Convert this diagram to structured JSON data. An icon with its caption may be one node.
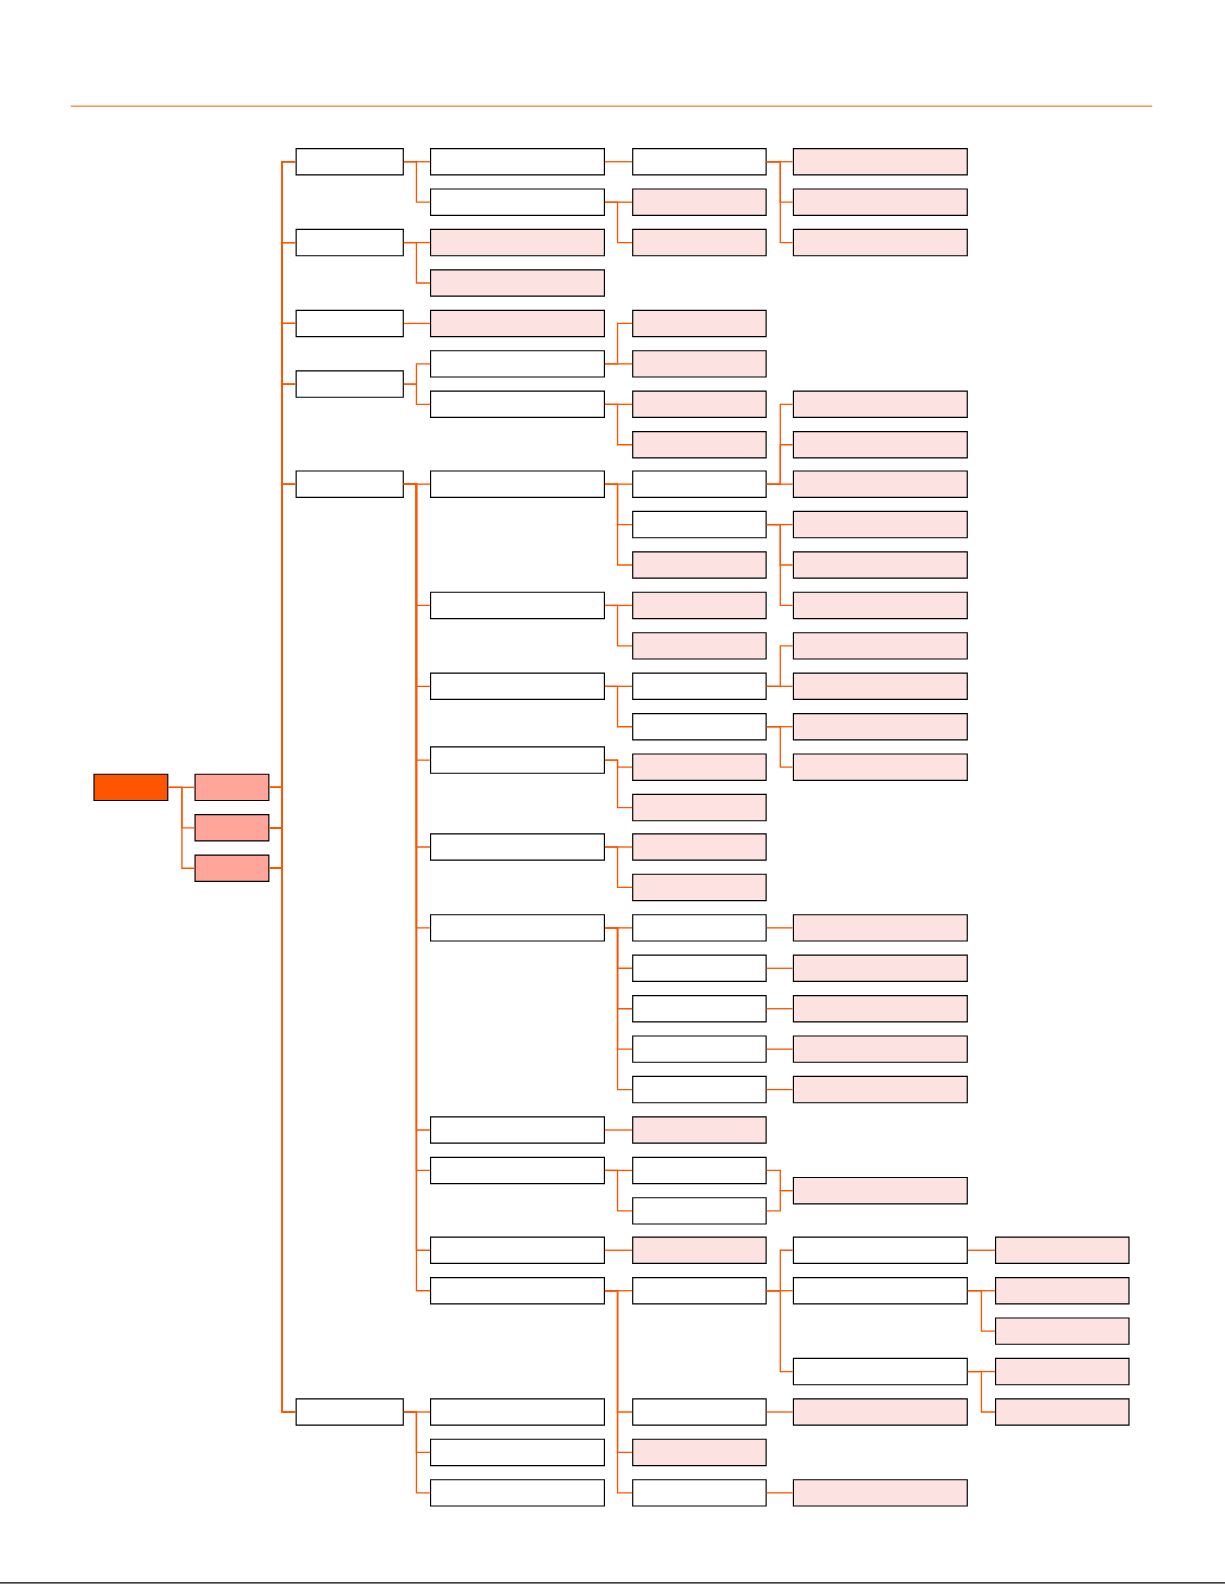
{
  "diagram": {
    "nodes": [
      {
        "text": [],
        "shape": "box"
      },
      {
        "text": [],
        "shape": "box"
      },
      {
        "text": [],
        "shape": "box"
      },
      {
        "text": [],
        "shape": "box"
      },
      {
        "text": [],
        "shape": "box"
      },
      {
        "text": [],
        "shape": "box"
      },
      {
        "text": [],
        "shape": "box"
      },
      {
        "text": [],
        "shape": "box"
      },
      {
        "text": [],
        "shape": "box"
      },
      {
        "text": [],
        "shape": "box"
      },
      {
        "text": [],
        "shape": "box"
      },
      {
        "text": [],
        "shape": "box"
      },
      {
        "text": [],
        "shape": "box"
      },
      {
        "text": [],
        "shape": "box"
      },
      {
        "text": [],
        "shape": "box"
      },
      {
        "text": [],
        "shape": "box"
      },
      {
        "text": [],
        "shape": "box"
      },
      {
        "text": [],
        "shape": "box"
      },
      {
        "text": [],
        "shape": "box"
      },
      {
        "text": [],
        "shape": "box"
      },
      {
        "text": [],
        "shape": "box"
      },
      {
        "text": [],
        "shape": "box"
      },
      {
        "text": [],
        "shape": "box"
      },
      {
        "text": [],
        "shape": "box"
      },
      {
        "text": [],
        "shape": "box"
      },
      {
        "text": [],
        "shape": "box"
      },
      {
        "text": [],
        "shape": "box"
      },
      {
        "text": [],
        "shape": "box"
      },
      {
        "text": [],
        "shape": "box"
      },
      {
        "text": [],
        "shape": "box"
      },
      {
        "text": [],
        "shape": "box"
      },
      {
        "text": [],
        "shape": "box"
      },
      {
        "text": [],
        "shape": "box"
      },
      {
        "text": [],
        "shape": "box"
      },
      {
        "text": [],
        "shape": "box"
      },
      {
        "text": [],
        "shape": "box"
      },
      {
        "text": [],
        "shape": "box"
      },
      {
        "text": [],
        "shape": "box"
      },
      {
        "text": [],
        "shape": "box"
      },
      {
        "text": [],
        "shape": "box"
      },
      {
        "text": [],
        "shape": "box"
      },
      {
        "text": [],
        "shape": "box"
      },
      {
        "text": [],
        "shape": "box"
      },
      {
        "text": [],
        "shape": "box"
      },
      {
        "text": [],
        "shape": "box"
      },
      {
        "text": [],
        "shape": "box"
      },
      {
        "text": [],
        "shape": "box"
      },
      {
        "text": [],
        "shape": "box"
      },
      {
        "text": [],
        "shape": "box"
      },
      {
        "text": [],
        "shape": "box"
      },
      {
        "text": [],
        "shape": "box"
      },
      {
        "text": [],
        "shape": "box"
      },
      {
        "text": [],
        "shape": "box"
      },
      {
        "text": [],
        "shape": "box"
      },
      {
        "text": [],
        "shape": "box"
      },
      {
        "text": [],
        "shape": "box"
      },
      {
        "text": [],
        "shape": "box"
      },
      {
        "text": [],
        "shape": "box"
      },
      {
        "text": [],
        "shape": "box"
      },
      {
        "text": [],
        "shape": "box"
      },
      {
        "text": [],
        "shape": "box"
      },
      {
        "text": [],
        "shape": "box"
      },
      {
        "text": [],
        "shape": "box"
      },
      {
        "text": [],
        "shape": "box"
      },
      {
        "text": [],
        "shape": "box"
      },
      {
        "text": [],
        "shape": "box"
      },
      {
        "text": [],
        "shape": "box"
      },
      {
        "text": [],
        "shape": "box"
      },
      {
        "text": [],
        "shape": "box"
      },
      {
        "text": [],
        "shape": "box"
      },
      {
        "text": [],
        "shape": "box"
      },
      {
        "text": [],
        "shape": "box"
      },
      {
        "text": [],
        "shape": "box"
      },
      {
        "text": [],
        "shape": "box"
      },
      {
        "text": [],
        "shape": "box"
      },
      {
        "text": [],
        "shape": "box"
      },
      {
        "text": [],
        "shape": "box"
      },
      {
        "text": [],
        "shape": "box"
      },
      {
        "text": [],
        "shape": "box"
      },
      {
        "text": [],
        "shape": "box"
      },
      {
        "text": [],
        "shape": "box"
      },
      {
        "text": [],
        "shape": "box"
      },
      {
        "text": [],
        "shape": "box"
      },
      {
        "text": [],
        "shape": "box"
      },
      {
        "text": [],
        "shape": "box"
      },
      {
        "text": [],
        "shape": "box"
      },
      {
        "text": [],
        "shape": "box"
      },
      {
        "text": [],
        "shape": "box"
      },
      {
        "text": [],
        "shape": "box"
      },
      {
        "text": [],
        "shape": "box"
      }
    ],
    "edges": [
      {
        "from": 0,
        "to": 1,
        "arrow": "none"
      },
      {
        "from": 0,
        "to": 2,
        "arrow": "none"
      },
      {
        "from": 0,
        "to": 3,
        "arrow": "none"
      },
      {
        "from": 1,
        "to": 4,
        "arrow": "none"
      },
      {
        "from": 1,
        "to": 5,
        "arrow": "none"
      },
      {
        "from": 1,
        "to": 6,
        "arrow": "none"
      },
      {
        "from": 1,
        "to": 7,
        "arrow": "none"
      },
      {
        "from": 1,
        "to": 8,
        "arrow": "none"
      },
      {
        "from": 1,
        "to": 9,
        "arrow": "none"
      },
      {
        "from": 2,
        "to": 4,
        "arrow": "none"
      },
      {
        "from": 2,
        "to": 5,
        "arrow": "none"
      },
      {
        "from": 2,
        "to": 6,
        "arrow": "none"
      },
      {
        "from": 2,
        "to": 7,
        "arrow": "none"
      },
      {
        "from": 2,
        "to": 8,
        "arrow": "none"
      },
      {
        "from": 2,
        "to": 9,
        "arrow": "none"
      },
      {
        "from": 3,
        "to": 4,
        "arrow": "none"
      },
      {
        "from": 3,
        "to": 5,
        "arrow": "none"
      },
      {
        "from": 3,
        "to": 6,
        "arrow": "none"
      },
      {
        "from": 3,
        "to": 7,
        "arrow": "none"
      },
      {
        "from": 3,
        "to": 8,
        "arrow": "none"
      },
      {
        "from": 3,
        "to": 9,
        "arrow": "none"
      },
      {
        "from": 4,
        "to": 10,
        "arrow": "none"
      },
      {
        "from": 4,
        "to": 11,
        "arrow": "none"
      },
      {
        "from": 10,
        "to": 30,
        "arrow": "none"
      },
      {
        "from": 30,
        "to": 61,
        "arrow": "none"
      },
      {
        "from": 30,
        "to": 62,
        "arrow": "none"
      },
      {
        "from": 30,
        "to": 63,
        "arrow": "none"
      },
      {
        "from": 11,
        "to": 31,
        "arrow": "none"
      },
      {
        "from": 11,
        "to": 32,
        "arrow": "none"
      },
      {
        "from": 5,
        "to": 12,
        "arrow": "none"
      },
      {
        "from": 5,
        "to": 13,
        "arrow": "none"
      },
      {
        "from": 6,
        "to": 14,
        "arrow": "none"
      },
      {
        "from": 7,
        "to": 15,
        "arrow": "none"
      },
      {
        "from": 7,
        "to": 16,
        "arrow": "none"
      },
      {
        "from": 15,
        "to": 33,
        "arrow": "none"
      },
      {
        "from": 15,
        "to": 34,
        "arrow": "none"
      },
      {
        "from": 16,
        "to": 35,
        "arrow": "none"
      },
      {
        "from": 16,
        "to": 36,
        "arrow": "none"
      },
      {
        "from": 37,
        "to": 64,
        "arrow": "none"
      },
      {
        "from": 37,
        "to": 65,
        "arrow": "none"
      },
      {
        "from": 37,
        "to": 66,
        "arrow": "none"
      },
      {
        "from": 8,
        "to": 17,
        "arrow": "none"
      },
      {
        "from": 8,
        "to": 18,
        "arrow": "none"
      },
      {
        "from": 8,
        "to": 19,
        "arrow": "none"
      },
      {
        "from": 8,
        "to": 20,
        "arrow": "none"
      },
      {
        "from": 8,
        "to": 21,
        "arrow": "none"
      },
      {
        "from": 8,
        "to": 22,
        "arrow": "none"
      },
      {
        "from": 8,
        "to": 23,
        "arrow": "none"
      },
      {
        "from": 8,
        "to": 24,
        "arrow": "none"
      },
      {
        "from": 8,
        "to": 25,
        "arrow": "none"
      },
      {
        "from": 8,
        "to": 26,
        "arrow": "none"
      },
      {
        "from": 17,
        "to": 37,
        "arrow": "none"
      },
      {
        "from": 17,
        "to": 38,
        "arrow": "none"
      },
      {
        "from": 17,
        "to": 39,
        "arrow": "none"
      },
      {
        "from": 38,
        "to": 67,
        "arrow": "none"
      },
      {
        "from": 38,
        "to": 68,
        "arrow": "none"
      },
      {
        "from": 38,
        "to": 69,
        "arrow": "none"
      },
      {
        "from": 18,
        "to": 40,
        "arrow": "none"
      },
      {
        "from": 18,
        "to": 41,
        "arrow": "none"
      },
      {
        "from": 42,
        "to": 70,
        "arrow": "none"
      },
      {
        "from": 42,
        "to": 71,
        "arrow": "none"
      },
      {
        "from": 19,
        "to": 42,
        "arrow": "none"
      },
      {
        "from": 19,
        "to": 43,
        "arrow": "none"
      },
      {
        "from": 43,
        "to": 72,
        "arrow": "none"
      },
      {
        "from": 43,
        "to": 73,
        "arrow": "none"
      },
      {
        "from": 20,
        "to": 44,
        "arrow": "none"
      },
      {
        "from": 20,
        "to": 45,
        "arrow": "none"
      },
      {
        "from": 21,
        "to": 46,
        "arrow": "none"
      },
      {
        "from": 21,
        "to": 47,
        "arrow": "none"
      },
      {
        "from": 22,
        "to": 48,
        "arrow": "none"
      },
      {
        "from": 22,
        "to": 49,
        "arrow": "none"
      },
      {
        "from": 22,
        "to": 50,
        "arrow": "none"
      },
      {
        "from": 22,
        "to": 51,
        "arrow": "none"
      },
      {
        "from": 22,
        "to": 52,
        "arrow": "none"
      },
      {
        "from": 48,
        "to": 74,
        "arrow": "none"
      },
      {
        "from": 49,
        "to": 75,
        "arrow": "none"
      },
      {
        "from": 50,
        "to": 76,
        "arrow": "none"
      },
      {
        "from": 51,
        "to": 77,
        "arrow": "none"
      },
      {
        "from": 52,
        "to": 78,
        "arrow": "none"
      },
      {
        "from": 23,
        "to": 53,
        "arrow": "none"
      },
      {
        "from": 24,
        "to": 54,
        "arrow": "none"
      },
      {
        "from": 24,
        "to": 55,
        "arrow": "none"
      },
      {
        "from": 54,
        "to": 79,
        "arrow": "none"
      },
      {
        "from": 55,
        "to": 79,
        "arrow": "none"
      },
      {
        "from": 25,
        "to": 56,
        "arrow": "none"
      },
      {
        "from": 26,
        "to": 57,
        "arrow": "none"
      },
      {
        "from": 26,
        "to": 58,
        "arrow": "none"
      },
      {
        "from": 26,
        "to": 59,
        "arrow": "none"
      },
      {
        "from": 26,
        "to": 60,
        "arrow": "none"
      },
      {
        "from": 57,
        "to": 80,
        "arrow": "none"
      },
      {
        "from": 57,
        "to": 81,
        "arrow": "none"
      },
      {
        "from": 57,
        "to": 82,
        "arrow": "none"
      },
      {
        "from": 80,
        "to": 85,
        "arrow": "none"
      },
      {
        "from": 81,
        "to": 86,
        "arrow": "none"
      },
      {
        "from": 81,
        "to": 87,
        "arrow": "none"
      },
      {
        "from": 82,
        "to": 88,
        "arrow": "none"
      },
      {
        "from": 82,
        "to": 89,
        "arrow": "none"
      },
      {
        "from": 58,
        "to": 83,
        "arrow": "none"
      },
      {
        "from": 60,
        "to": 84,
        "arrow": "none"
      },
      {
        "from": 9,
        "to": 27,
        "arrow": "none"
      },
      {
        "from": 9,
        "to": 28,
        "arrow": "none"
      },
      {
        "from": 9,
        "to": 29,
        "arrow": "none"
      }
    ]
  }
}
